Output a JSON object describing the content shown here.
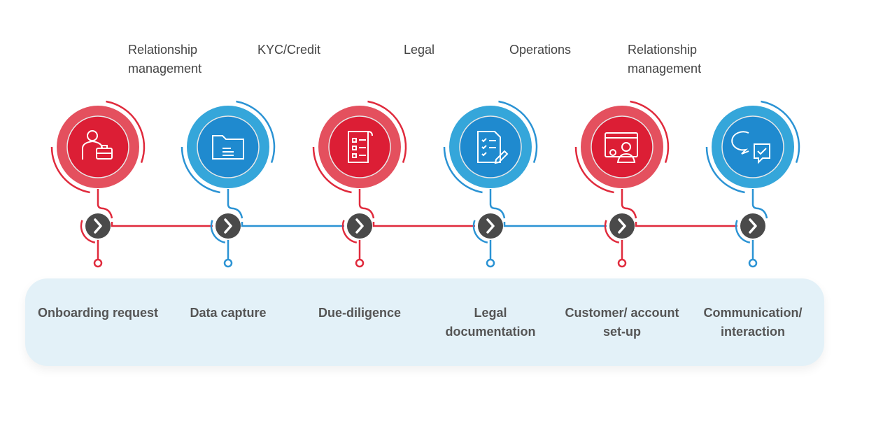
{
  "roles": [
    {
      "label": "Relationship management"
    },
    {
      "label": "KYC/Credit"
    },
    {
      "label": "Legal"
    },
    {
      "label": "Operations"
    },
    {
      "label": "Relationship management"
    }
  ],
  "stages": [
    {
      "label": "Onboarding request",
      "icon": "businessman-briefcase-icon",
      "color": "red"
    },
    {
      "label": "Data capture",
      "icon": "folder-icon",
      "color": "blue"
    },
    {
      "label": "Due-diligence",
      "icon": "checklist-document-icon",
      "color": "red"
    },
    {
      "label": "Legal documentation",
      "icon": "document-pen-icon",
      "color": "blue"
    },
    {
      "label": "Customer/ account set-up",
      "icon": "customer-screen-icon",
      "color": "red"
    },
    {
      "label": "Communication/ interaction",
      "icon": "chat-bubbles-icon",
      "color": "blue"
    }
  ],
  "colors": {
    "red_outer": "#e4505e",
    "red_inner": "#dc1e35",
    "red_line": "#e02a3c",
    "blue_outer": "#35a6da",
    "blue_inner": "#1f8acf",
    "blue_line": "#2b93d4",
    "chevron": "#4a4a4a",
    "panel": "#e3f1f8"
  }
}
